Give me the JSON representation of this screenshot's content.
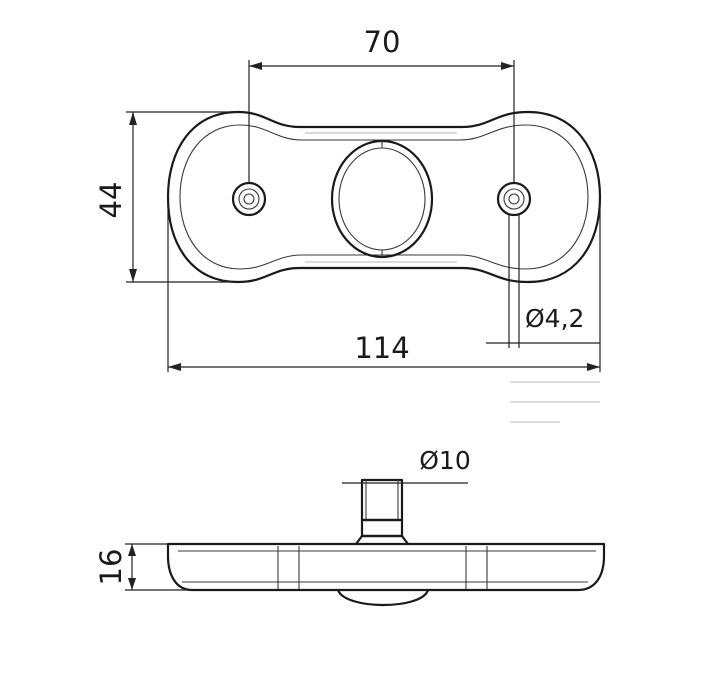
{
  "dimensions": {
    "hole_spacing": "70",
    "height": "44",
    "length": "114",
    "hole_diameter": "Ø4,2",
    "pin_diameter": "Ø10",
    "thickness": "16"
  },
  "colors": {
    "line": "#1a1a1a",
    "background": "#ffffff"
  }
}
